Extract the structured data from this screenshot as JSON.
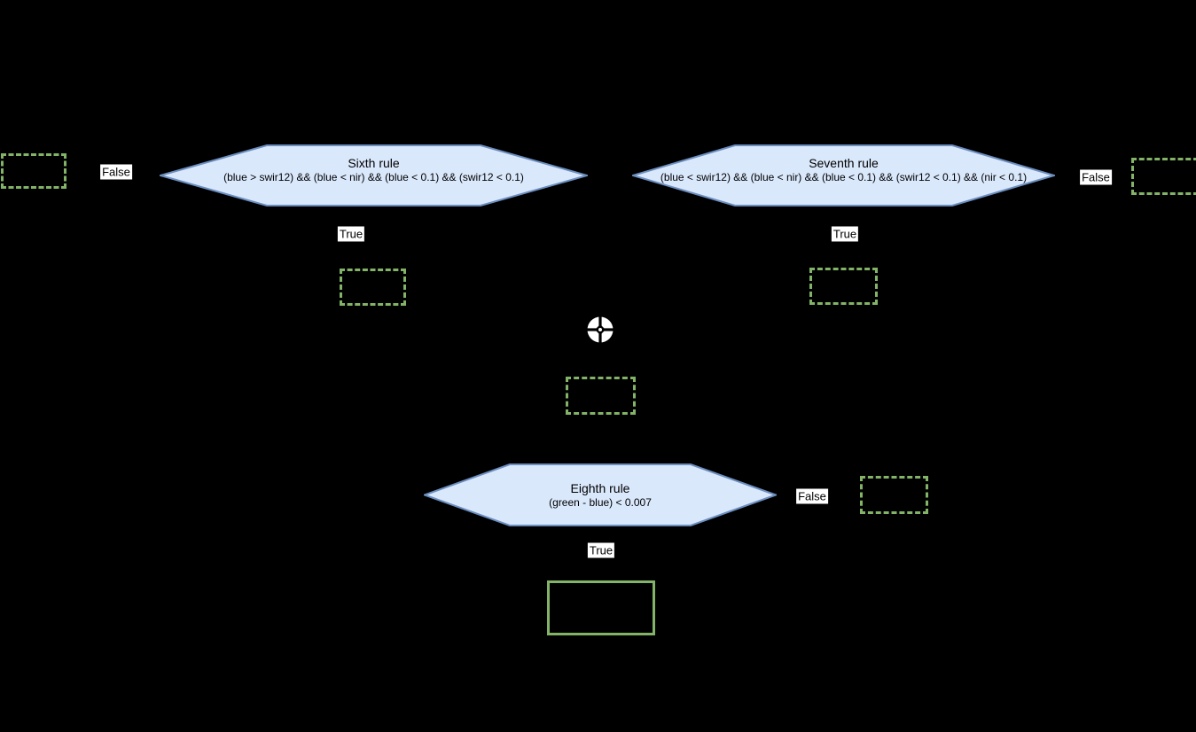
{
  "diagram": {
    "type": "flowchart",
    "nodes": {
      "sixth": {
        "title": "Sixth rule",
        "condition": "(blue > swir12) && (blue < nir) && (blue < 0.1) && (swir12 < 0.1)"
      },
      "seventh": {
        "title": "Seventh rule",
        "condition": "(blue < swir12) && (blue < nir) && (blue < 0.1) && (swir12 < 0.1) && (nir < 0.1)"
      },
      "eighth": {
        "title": "Eighth rule",
        "condition": "(green - blue) < 0.007"
      }
    },
    "edge_labels": {
      "sixth_false": "False",
      "sixth_true": "True",
      "seventh_false": "False",
      "seventh_true": "True",
      "eighth_false": "False",
      "eighth_true": "True"
    },
    "icons": {
      "center": "crosshair-icon"
    },
    "colors": {
      "decision_fill": "#dae8fc",
      "decision_stroke": "#6c8ebf",
      "terminal_stroke": "#82b366",
      "label_bg": "#ffffff",
      "text": "#000000",
      "icon": "#ffffff",
      "background": "#000000"
    }
  }
}
